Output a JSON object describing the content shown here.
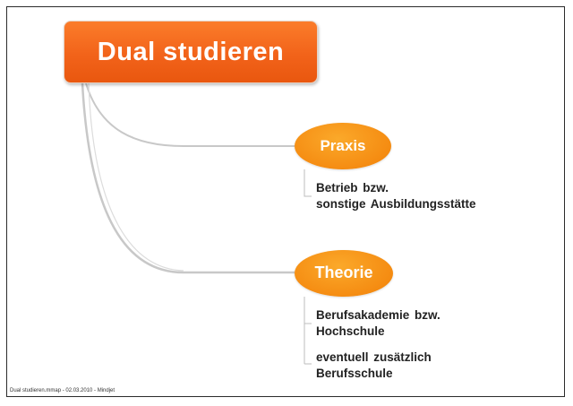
{
  "root": {
    "label": "Dual studieren"
  },
  "branches": [
    {
      "label": "Praxis",
      "children": [
        {
          "line1": "Betrieb bzw.",
          "line2": "sonstige Ausbildungsstätte"
        }
      ]
    },
    {
      "label": "Theorie",
      "children": [
        {
          "line1": "Berufsakademie bzw.",
          "line2": "Hochschule"
        },
        {
          "line1": "eventuell zusätzlich",
          "line2": "Berufsschule"
        }
      ]
    }
  ],
  "footer": {
    "text": "Dual studieren.mmap - 02.03.2010 - Mindjet"
  },
  "colors": {
    "root_fill": "#f2631a",
    "branch_fill": "#f58c12",
    "connector": "#c8c8c8",
    "text": "#222222"
  }
}
